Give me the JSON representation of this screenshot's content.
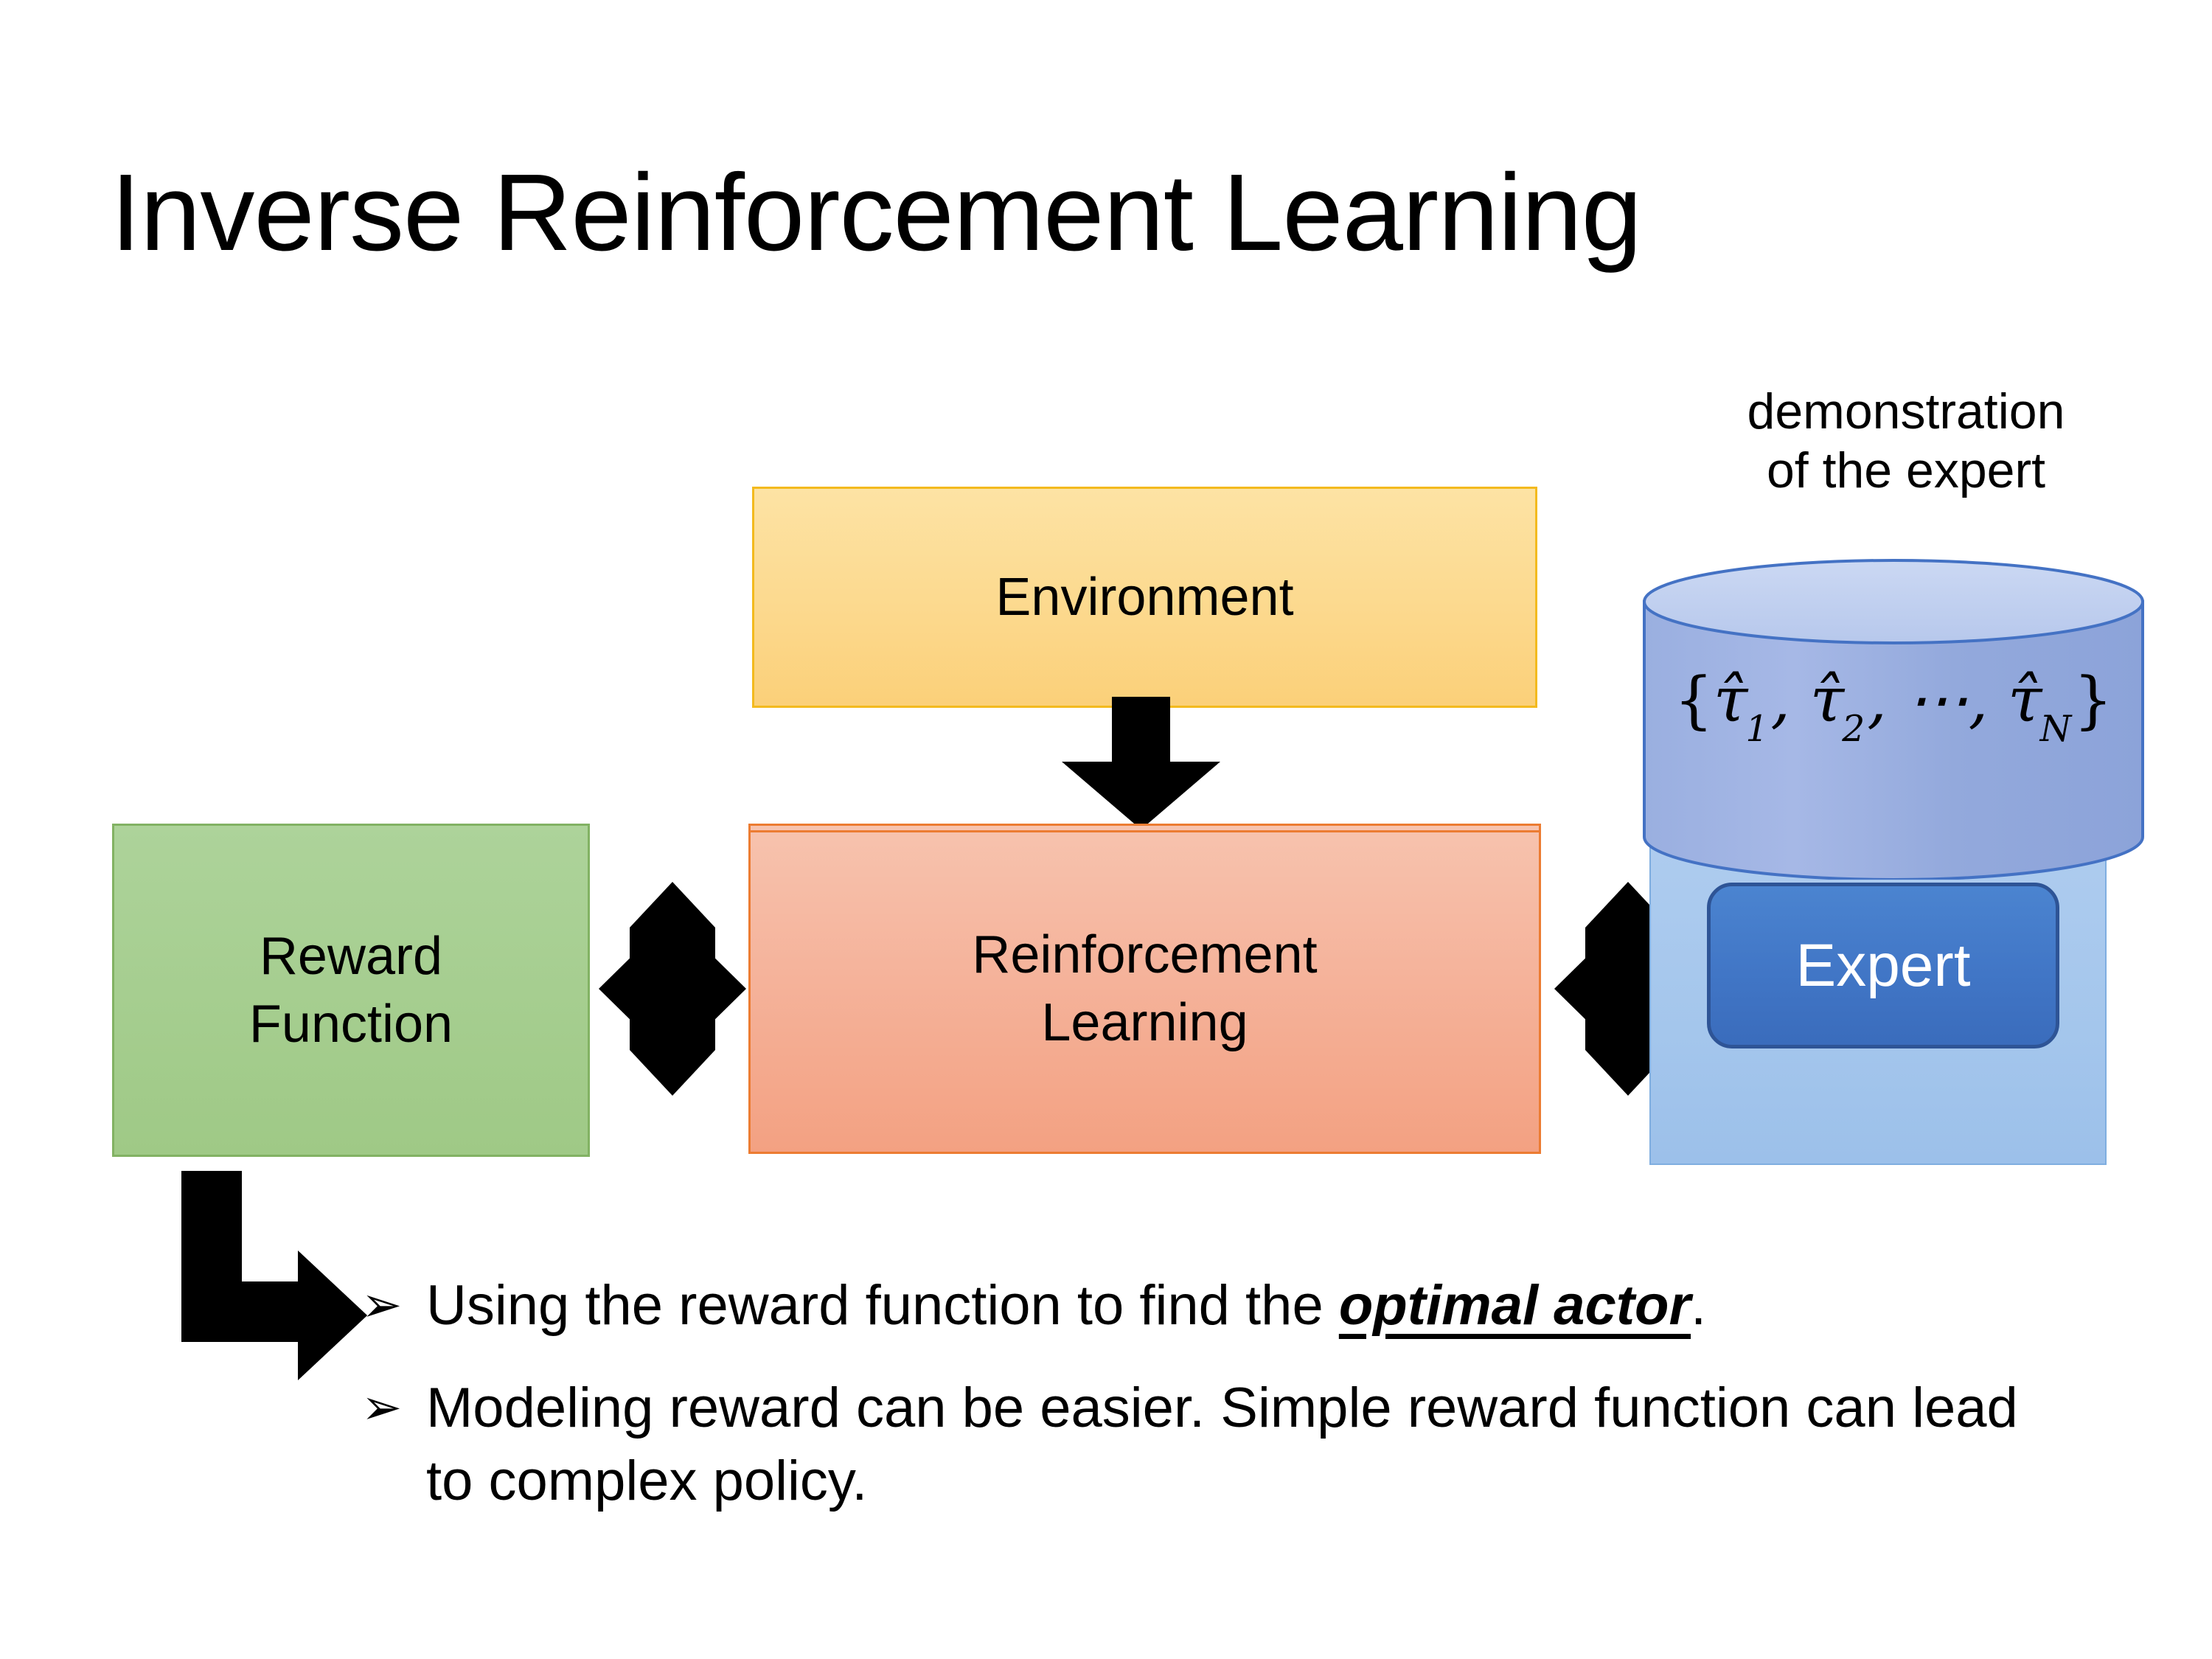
{
  "slide": {
    "title": "Inverse Reinforcement Learning",
    "background_color": "#FFFFFF"
  },
  "diagram": {
    "environment_box": {
      "label": "Environment",
      "fill_color": "#FCD98E",
      "border_color": "#F3BA1E"
    },
    "rl_box": {
      "label": "Reinforcement\nLearning",
      "fill_color": "#F5B39B",
      "border_color": "#EC7C32"
    },
    "reward_box": {
      "label": "Reward\nFunction",
      "fill_color": "#A6CE90",
      "border_color": "#82B263"
    },
    "expert_cluster": {
      "caption": "demonstration\nof the expert",
      "cylinder_formula_prefix": "{",
      "cylinder_formula": "{τ̂1, τ̂2, ⋯, τ̂N}",
      "cylinder_terms": [
        "τ̂",
        "1",
        "τ̂",
        "2",
        "⋯",
        "τ̂",
        "N"
      ],
      "expert_label": "Expert",
      "panel_color": "#A4C6EC",
      "cylinder_body_color": "#9CB0E0",
      "cylinder_top_color": "#C5D4F0",
      "cylinder_outline_color": "#4472C4",
      "expert_chip_color": "#4176C6",
      "expert_chip_border_color": "#2E5496",
      "expert_text_color": "#FFFFFF"
    },
    "arrows": {
      "environment_to_rl": "down-arrow",
      "reward_to_rl": "four-way-arrow",
      "rl_to_expert": "four-way-arrow",
      "reward_to_bullet": "bent-elbow-arrow",
      "color": "#000000"
    }
  },
  "bullets": {
    "marker": "➢",
    "items": [
      {
        "pre": "Using the reward function to find the ",
        "emphasis": "optimal actor",
        "post": "."
      },
      {
        "pre": "Modeling reward can be easier. Simple reward function can lead to complex policy.",
        "emphasis": "",
        "post": ""
      }
    ]
  }
}
